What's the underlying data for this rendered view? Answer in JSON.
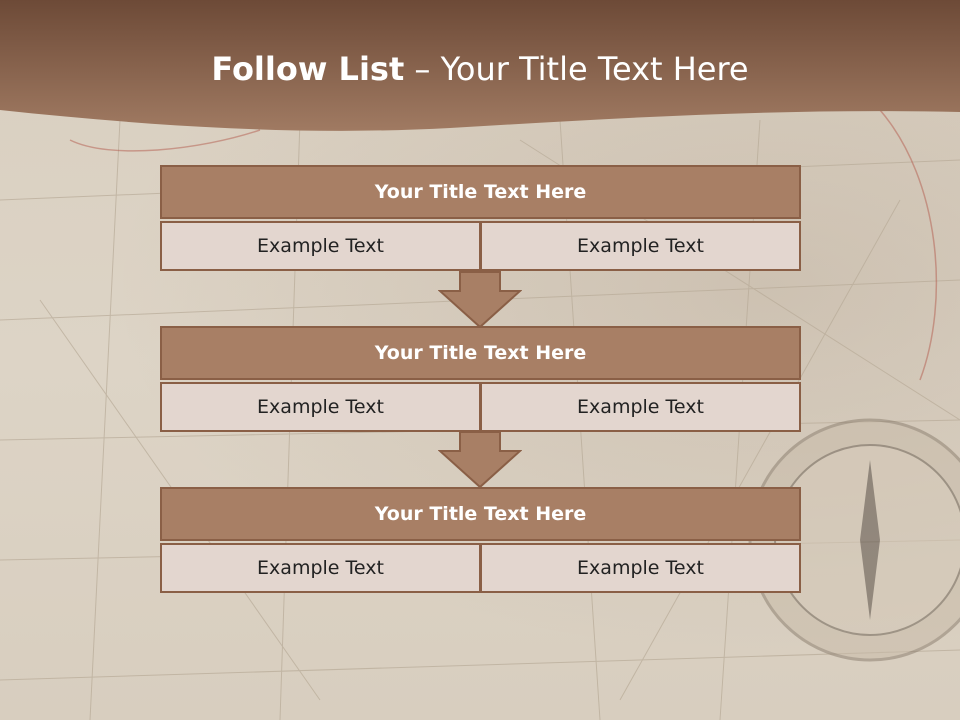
{
  "header": {
    "title_bold": "Follow List",
    "title_rest": " – Your Title Text Here"
  },
  "blocks": [
    {
      "title": "Your Title Text Here",
      "left": "Example Text",
      "right": "Example Text"
    },
    {
      "title": "Your Title Text Here",
      "left": "Example Text",
      "right": "Example Text"
    },
    {
      "title": "Your Title Text Here",
      "left": "Example Text",
      "right": "Example Text"
    }
  ],
  "colors": {
    "header_brown": "#7a5440",
    "block_title_fill": "#a87f65",
    "block_border": "#8a5f46",
    "cell_fill": "#e3d6cf",
    "arrow_fill": "#a87f65"
  }
}
